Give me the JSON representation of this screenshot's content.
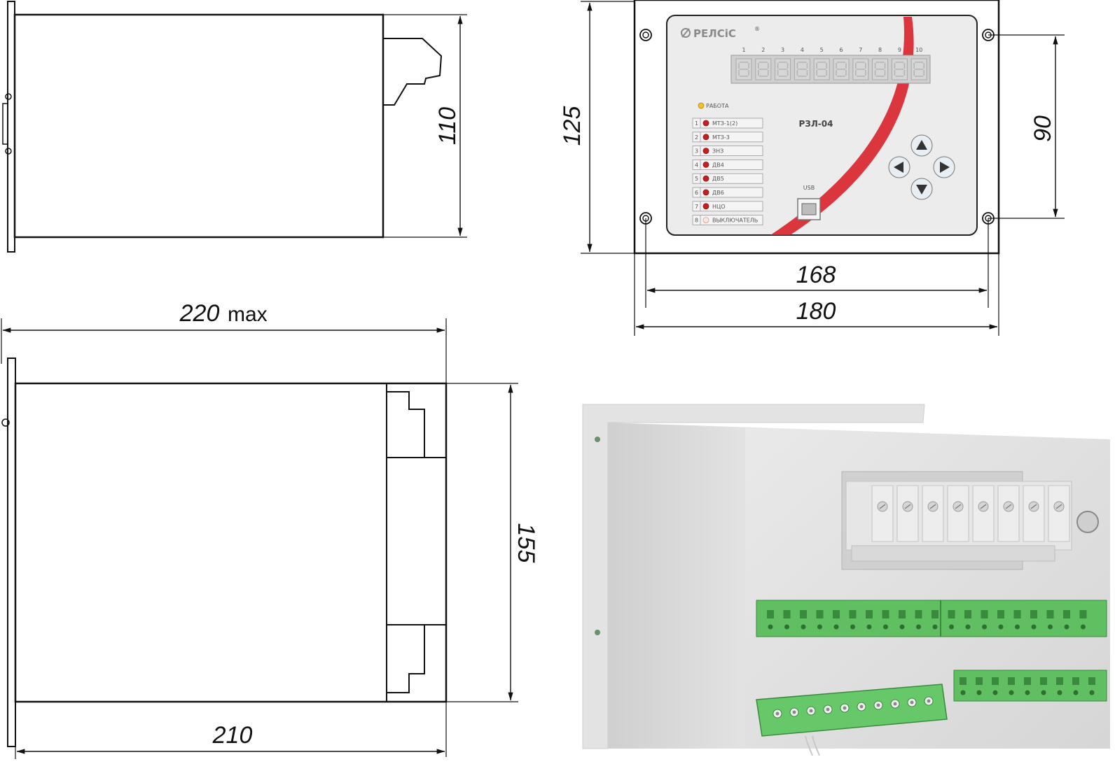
{
  "dimensions": {
    "side_height": "110",
    "front_height": "125",
    "mount_height": "90",
    "mount_width": "168",
    "front_width": "180",
    "top_length_max": "220",
    "top_length_max_suffix": "max",
    "top_depth": "155",
    "body_length": "210"
  },
  "panel": {
    "brand": "РЕЛСіС",
    "brand_mark": "®",
    "model": "РЗЛ-04",
    "usb_label": "USB",
    "work_label": "РАБОТА",
    "digit_numbers": [
      "1",
      "2",
      "3",
      "4",
      "5",
      "6",
      "7",
      "8",
      "9",
      "10"
    ],
    "indicators": [
      {
        "num": "1",
        "label": "МТЗ-1(2)"
      },
      {
        "num": "2",
        "label": "МТЗ-3"
      },
      {
        "num": "3",
        "label": "ЗНЗ"
      },
      {
        "num": "4",
        "label": "ДВ4"
      },
      {
        "num": "5",
        "label": "ДВ5"
      },
      {
        "num": "6",
        "label": "ДВ6"
      },
      {
        "num": "7",
        "label": "НЦО"
      },
      {
        "num": "8",
        "label": "ВЫКЛЮЧАТЕЛЬ"
      }
    ],
    "colors": {
      "panel_face": "#ececec",
      "accent_swoosh": "#d9252f",
      "led_red": "#c81e1e",
      "led_yellow": "#f2c12e"
    }
  },
  "photo": {
    "colors": {
      "housing": "#d9d9d9",
      "terminal_green": "#5fbf61",
      "terminal_grey": "#e2e2e2"
    }
  }
}
